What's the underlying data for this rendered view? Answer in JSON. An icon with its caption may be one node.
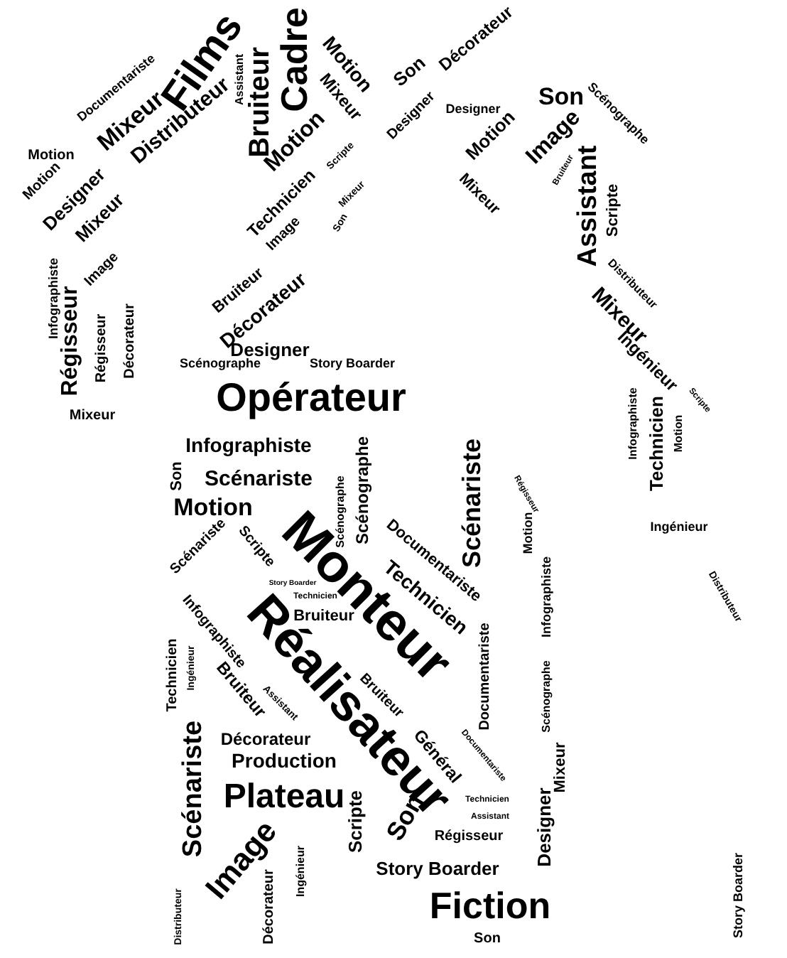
{
  "diagram": {
    "labels": [
      "Films",
      "Bruiteur",
      "Cadre",
      "Assistant",
      "Motion",
      "Mixeur",
      "Documentariste",
      "Mixeur",
      "Distributeur",
      "Motion",
      "Motion",
      "Designer",
      "Mixeur",
      "Motion",
      "Technicien",
      "Image",
      "Scripte",
      "Mixeur",
      "Son",
      "Bruiteur",
      "Décorateur",
      "Décorateur",
      "Son",
      "Designer",
      "Designer",
      "Motion",
      "Son",
      "Image",
      "Scénographe",
      "Mixeur",
      "Assistant",
      "Scripte",
      "Distributeur",
      "Mixeur",
      "Ingénieur",
      "Bruiteur",
      "Infographiste",
      "Image",
      "Régisseur",
      "Régisseur",
      "Décorateur",
      "Mixeur",
      "Designer",
      "Scénographe",
      "Story Boarder",
      "Opérateur",
      "Infographiste",
      "Son",
      "Scénariste",
      "Motion",
      "Scénographe",
      "Scénographe",
      "Scénariste",
      "Documentariste",
      "Technicien",
      "Motion",
      "Régisseur",
      "Infographiste",
      "Infographiste",
      "Technicien",
      "Motion",
      "Ingénieur",
      "Scripte",
      "Monteur",
      "Réalisateur",
      "Scénariste",
      "Scripte",
      "Story Boarder",
      "Technicien",
      "Bruiteur",
      "Infographiste",
      "Technicien",
      "Ingénieur",
      "Bruiteur",
      "Assistant",
      "Bruiteur",
      "Documentariste",
      "Scénographe",
      "Général",
      "Documentariste",
      "Mixeur",
      "Designer",
      "Technicien",
      "Assistant",
      "Régisseur",
      "Story Boarder",
      "Fiction",
      "Son",
      "Scénariste",
      "Décorateur",
      "Production",
      "Plateau",
      "Son",
      "Image",
      "Ingénieur",
      "Scripte",
      "Distributeur",
      "Décorateur",
      "Story Boarder",
      "Distributeur"
    ]
  }
}
